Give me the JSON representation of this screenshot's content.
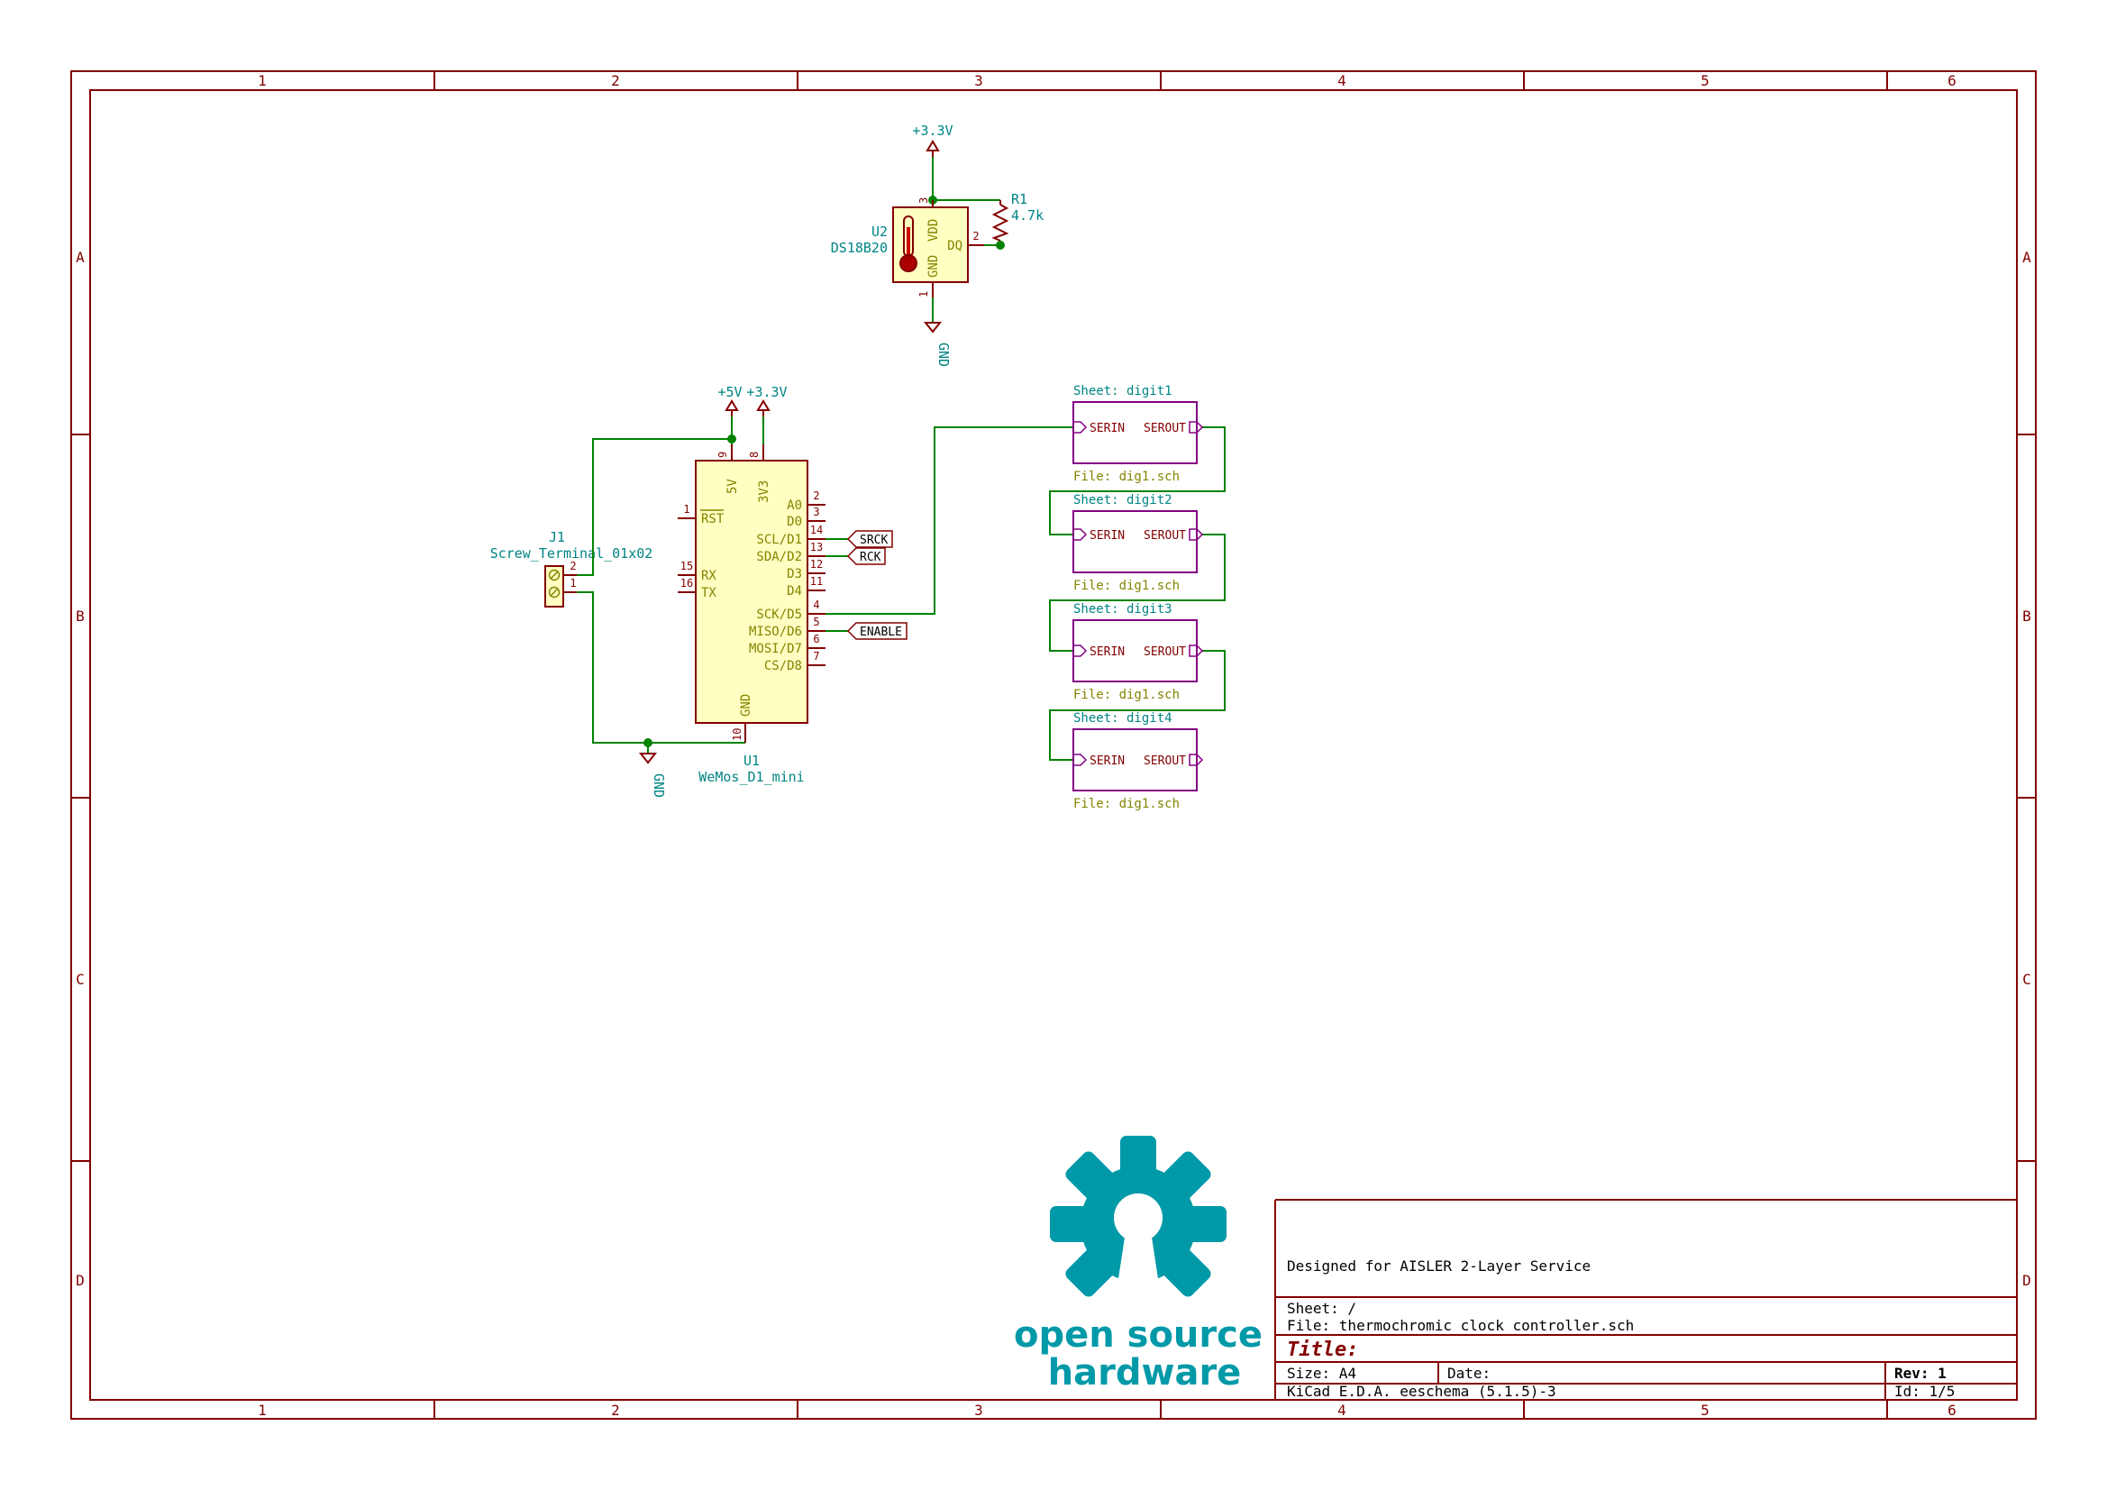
{
  "frame": {
    "cols": [
      "1",
      "2",
      "3",
      "4",
      "5",
      "6"
    ],
    "rows": [
      "A",
      "B",
      "C",
      "D"
    ]
  },
  "sensor": {
    "power_label": "+3.3V",
    "ref": "U2",
    "value": "DS18B20",
    "pin_vdd_num": "3",
    "pin_vdd_name": "VDD",
    "pin_dq_num": "2",
    "pin_dq_name": "DQ",
    "pin_gnd_num": "1",
    "pin_gnd_name": "GND",
    "gnd_label": "GND"
  },
  "r1": {
    "ref": "R1",
    "value": "4.7k"
  },
  "j1": {
    "ref": "J1",
    "value": "Screw_Terminal_01x02",
    "pin2_num": "2",
    "pin1_num": "1"
  },
  "mcu": {
    "ref": "U1",
    "value": "WeMos_D1_mini",
    "power_5v": "+5V",
    "power_33v": "+3.3V",
    "gnd_label": "GND",
    "pin_5v": {
      "num": "9",
      "name": "5V"
    },
    "pin_3v3": {
      "num": "8",
      "name": "3V3"
    },
    "pin_rst": {
      "num": "1",
      "name": "RST"
    },
    "pin_rx": {
      "num": "15",
      "name": "RX"
    },
    "pin_tx": {
      "num": "16",
      "name": "TX"
    },
    "pin_gnd": {
      "num": "10",
      "name": "GND"
    },
    "right_pins": [
      {
        "num": "2",
        "name": "A0"
      },
      {
        "num": "3",
        "name": "D0"
      },
      {
        "num": "14",
        "name": "SCL/D1"
      },
      {
        "num": "13",
        "name": "SDA/D2"
      },
      {
        "num": "12",
        "name": "D3"
      },
      {
        "num": "11",
        "name": "D4"
      },
      {
        "num": "4",
        "name": "SCK/D5"
      },
      {
        "num": "5",
        "name": "MISO/D6"
      },
      {
        "num": "6",
        "name": "MOSI/D7"
      },
      {
        "num": "7",
        "name": "CS/D8"
      }
    ]
  },
  "net_labels": {
    "srck": "SRCK",
    "rck": "RCK",
    "enable": "ENABLE"
  },
  "sheets": [
    {
      "name": "Sheet: digit1",
      "file": "File: dig1.sch",
      "in": "SERIN",
      "out": "SEROUT"
    },
    {
      "name": "Sheet: digit2",
      "file": "File: dig1.sch",
      "in": "SERIN",
      "out": "SEROUT"
    },
    {
      "name": "Sheet: digit3",
      "file": "File: dig1.sch",
      "in": "SERIN",
      "out": "SEROUT"
    },
    {
      "name": "Sheet: digit4",
      "file": "File: dig1.sch",
      "in": "SERIN",
      "out": "SEROUT"
    }
  ],
  "logo": {
    "line1": "open source",
    "line2": "hardware"
  },
  "title_block": {
    "comment": "Designed for AISLER 2-Layer Service",
    "sheet": "Sheet: /",
    "file": "File: thermochromic clock controller.sch",
    "title": "Title:",
    "size": "Size: A4",
    "date": "Date:",
    "rev": "Rev: 1",
    "tool": "KiCad E.D.A.  eeschema (5.1.5)-3",
    "id": "Id: 1/5"
  },
  "colors": {
    "wire": "#008400",
    "symbol_outline": "#840000",
    "symbol_fill": "#FFFFC2",
    "field_text": "#008484",
    "pin_name": "#848400",
    "sheet_outline": "#840084",
    "logo": "#0099A8"
  }
}
